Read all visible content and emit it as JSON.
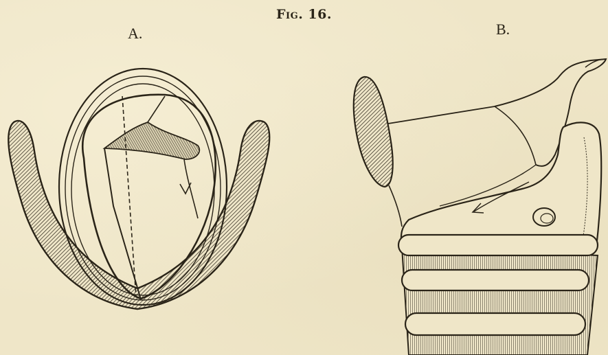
{
  "figure": {
    "title": "Fig. 16.",
    "panel_a_label": "A.",
    "panel_b_label": "B."
  },
  "colors": {
    "paper": "#efe6c8",
    "ink": "#2a2418"
  }
}
